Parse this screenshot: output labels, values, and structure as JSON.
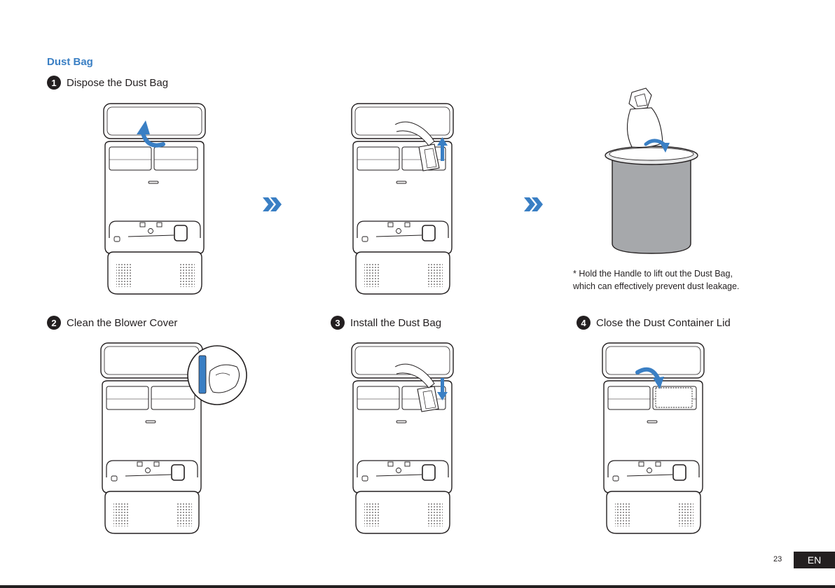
{
  "section_title": "Dust Bag",
  "steps": [
    {
      "number": "1",
      "label": "Dispose the Dust Bag"
    },
    {
      "number": "2",
      "label": "Clean the Blower Cover"
    },
    {
      "number": "3",
      "label": "Install the Dust Bag"
    },
    {
      "number": "4",
      "label": "Close the Dust Container Lid"
    }
  ],
  "note": {
    "line1": "* Hold the Handle to lift out the Dust Bag,",
    "line2": "which can effectively prevent dust leakage."
  },
  "footer": {
    "page_number": "23",
    "language": "EN"
  },
  "colors": {
    "accent": "#3a7fc4",
    "dark": "#231f20",
    "bin_fill": "#a6a8ab"
  },
  "icons": [
    "curved-arrow-up-icon",
    "arrow-up-icon",
    "arrow-down-icon",
    "curved-arrow-down-icon",
    "double-chevron-right-icon"
  ]
}
